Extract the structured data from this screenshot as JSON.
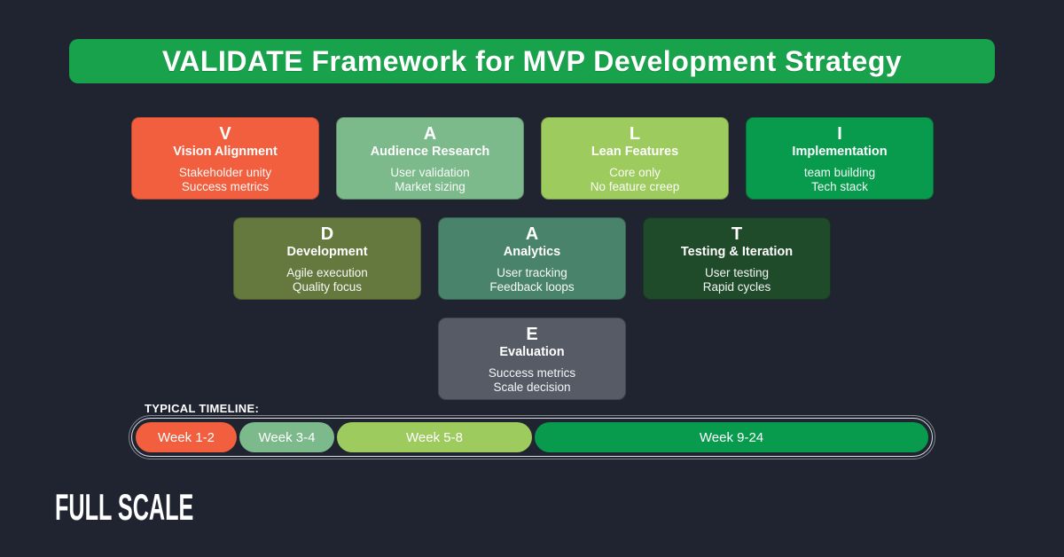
{
  "title": "VALIDATE Framework for MVP Development Strategy",
  "colors": {
    "background": "#1f2430",
    "banner_green": "#18a24b",
    "timeline_outline": "#dfe3e8"
  },
  "cards": [
    {
      "letter": "V",
      "title": "Vision Alignment",
      "desc": "Stakeholder unity\nSuccess metrics",
      "color": "#f15f3e"
    },
    {
      "letter": "A",
      "title": "Audience Research",
      "desc": "User validation\nMarket sizing",
      "color": "#7cb98b"
    },
    {
      "letter": "L",
      "title": "Lean Features",
      "desc": "Core only\nNo feature creep",
      "color": "#9ecb5e"
    },
    {
      "letter": "I",
      "title": "Implementation",
      "desc": "team building\nTech stack",
      "color": "#089a4d"
    },
    {
      "letter": "D",
      "title": "Development",
      "desc": "Agile execution\nQuality focus",
      "color": "#65793f"
    },
    {
      "letter": "A",
      "title": "Analytics",
      "desc": "User tracking\nFeedback loops",
      "color": "#49836b"
    },
    {
      "letter": "T",
      "title": "Testing & Iteration",
      "desc": "User testing\nRapid cycles",
      "color": "#1f4b2b"
    },
    {
      "letter": "E",
      "title": "Evaluation",
      "desc": "Success metrics\nScale decision",
      "color": "#565b65"
    }
  ],
  "timeline": {
    "label": "TYPICAL TIMELINE:",
    "segments": [
      {
        "label": "Week 1-2",
        "color": "#f15f3e",
        "flex": "115"
      },
      {
        "label": "Week 3-4",
        "color": "#7cb98b",
        "flex": "108"
      },
      {
        "label": "Week 5-8",
        "color": "#9ecb5e",
        "flex": "222"
      },
      {
        "label": "Week 9-24",
        "color": "#089a4d",
        "flex": "448"
      }
    ]
  },
  "logo": "FULL SCALE"
}
